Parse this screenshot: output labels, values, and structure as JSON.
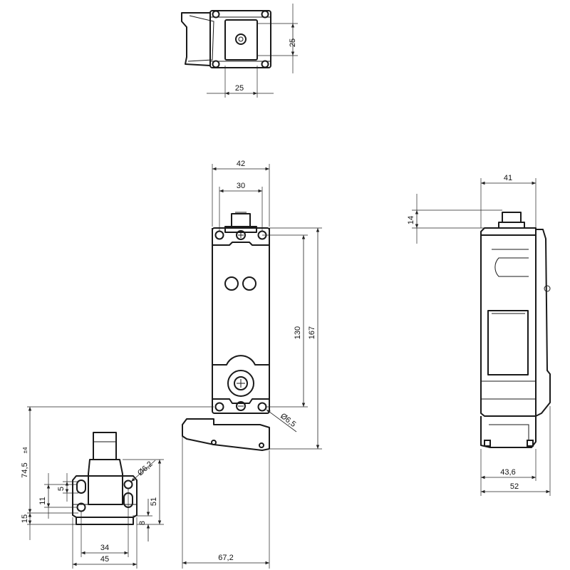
{
  "top_view": {
    "dim_width": "25",
    "dim_height": "25"
  },
  "front_view": {
    "dim_width_overall": "42",
    "dim_width_holes": "30",
    "dim_height_holes": "130",
    "dim_height_overall": "167",
    "dim_hole_diameter": "Ø6,5",
    "dim_total_width_with_actuator": "67,2"
  },
  "side_view": {
    "dim_width_top": "41",
    "dim_connector_height": "14",
    "dim_width_body": "43,6",
    "dim_width_overall": "52"
  },
  "actuator_view": {
    "dim_height_total": "74,5",
    "dim_tolerance": "±4",
    "dim_height_base": "15",
    "dim_hole_offset": "11",
    "dim_slot_length": "5",
    "dim_hole_diameter": "Ø6,2",
    "dim_height_right": "51",
    "dim_bottom_offset": "8",
    "dim_hole_spacing": "34",
    "dim_base_width": "45"
  }
}
